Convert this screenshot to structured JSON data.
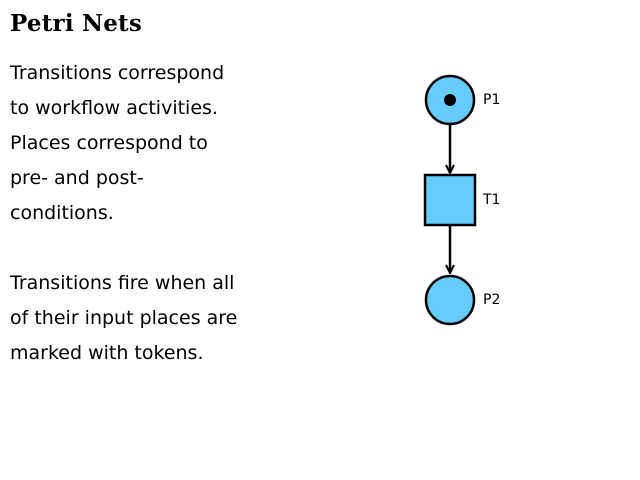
{
  "slide": {
    "title": "Petri Nets",
    "paragraphs": [
      {
        "lines": [
          "Transitions correspond",
          "to workflow activities.",
          "Places correspond to",
          "pre- and post-",
          "conditions."
        ]
      },
      {
        "lines": [
          "Transitions fire when all",
          "of their input places are",
          "marked with tokens."
        ]
      }
    ]
  },
  "diagram": {
    "colors": {
      "fill": "#66ccff",
      "stroke": "#000000",
      "token": "#000000"
    },
    "nodes": [
      {
        "kind": "place",
        "label": "P1",
        "tokens": 1
      },
      {
        "kind": "transition",
        "label": "T1"
      },
      {
        "kind": "place",
        "label": "P2",
        "tokens": 0
      }
    ],
    "arcs": [
      {
        "from": "P1",
        "to": "T1"
      },
      {
        "from": "T1",
        "to": "P2"
      }
    ]
  }
}
